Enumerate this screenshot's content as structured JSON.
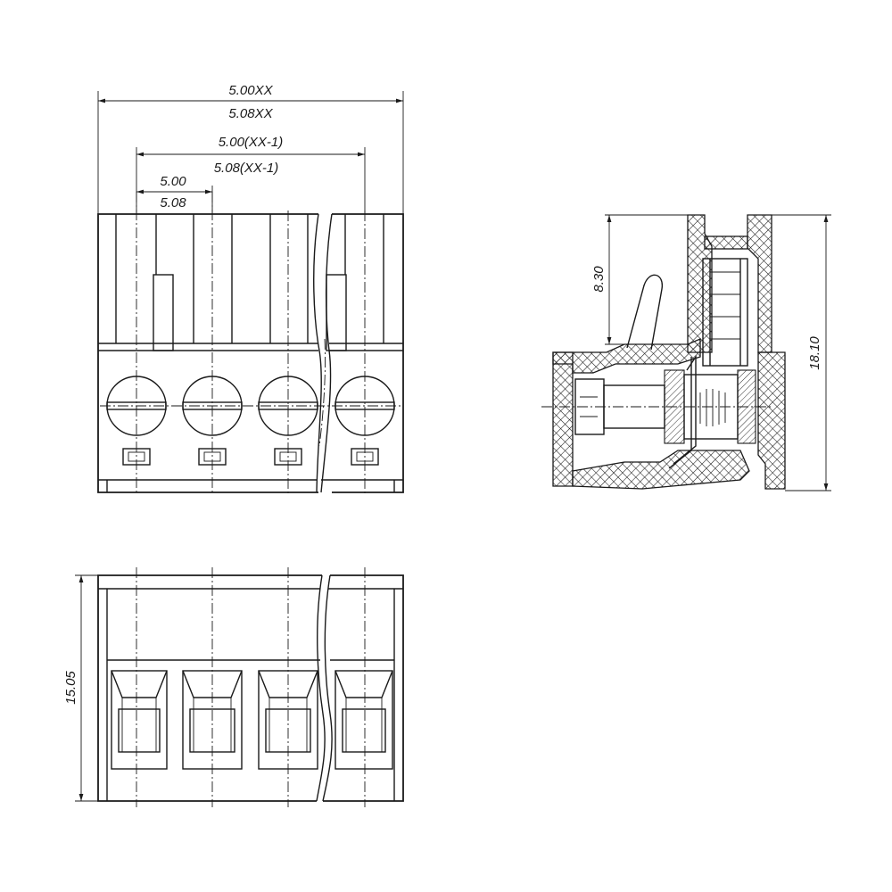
{
  "dimensions": {
    "overall_width_a": "5.00XX",
    "overall_width_b": "5.08XX",
    "pitch_span_a": "5.00(XX-1)",
    "pitch_span_b": "5.08(XX-1)",
    "pitch_a": "5.00",
    "pitch_b": "5.08",
    "upper_height": "8.30",
    "total_height": "18.10",
    "depth": "15.05"
  }
}
